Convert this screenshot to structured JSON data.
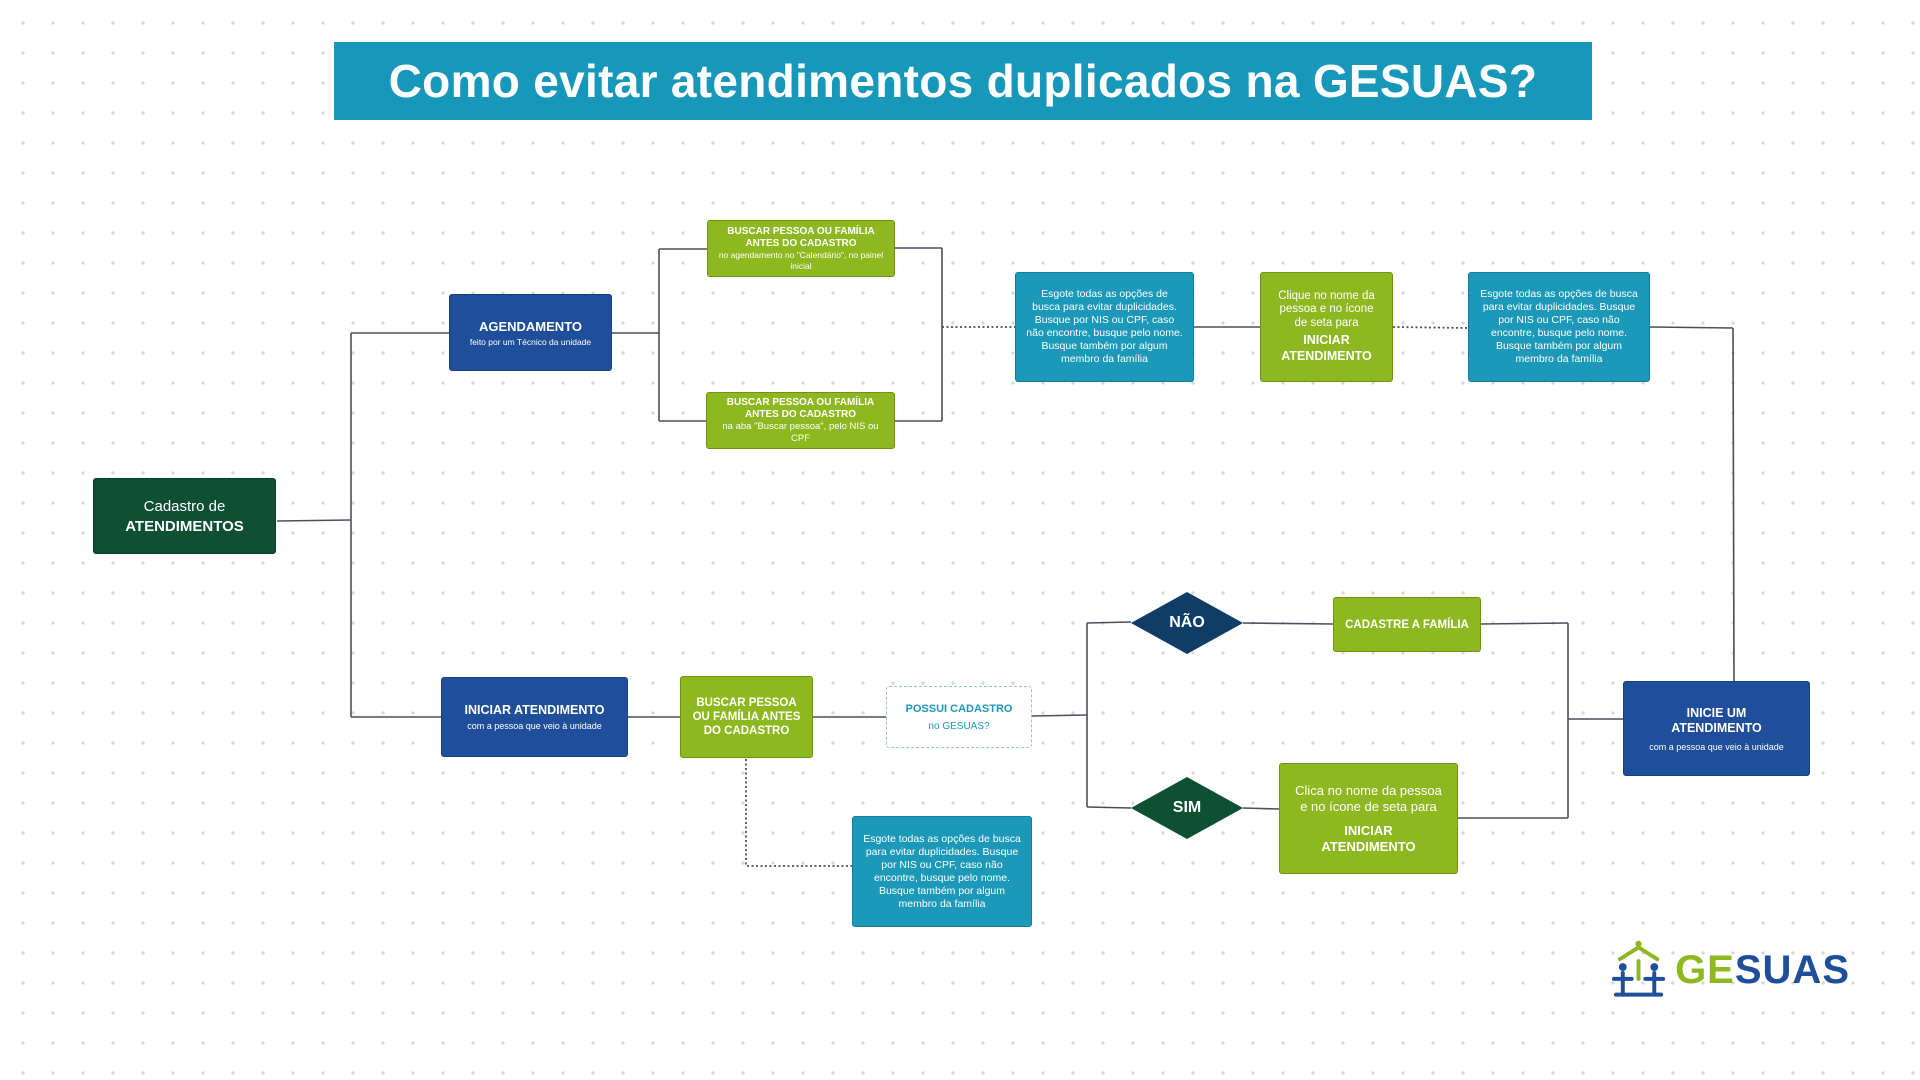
{
  "title": "Como evitar atendimentos duplicados na GESUAS?",
  "colors": {
    "banner": "#1797ba",
    "dark_green": "#0f5033",
    "navy": "#1f4e9b",
    "lime": "#8eb820",
    "teal": "#1c98b9",
    "connector": "#4a4f5e"
  },
  "nodes": {
    "cadastro": {
      "line1": "Cadastro de",
      "line2": "ATENDIMENTOS"
    },
    "agendamento": {
      "title": "AGENDAMENTO",
      "sub": "feito por um Técnico da unidade"
    },
    "buscar_calendario": {
      "title": "BUSCAR PESSOA OU FAMÍLIA ANTES DO CADASTRO",
      "sub": "no agendamento no \"Calendário\", no painel inicial"
    },
    "buscar_aba": {
      "title": "BUSCAR PESSOA OU FAMÍLIA ANTES DO CADASTRO",
      "sub": "na aba \"Buscar pessoa\", pelo NIS ou CPF"
    },
    "esgote_top1": {
      "text": "Esgote todas as opções de busca para evitar duplicidades. Busque por NIS ou CPF, caso não encontre, busque pelo nome. Busque também por algum membro da família"
    },
    "clique_nome": {
      "text": "Clique no nome da pessoa e no ícone de seta para",
      "bold": "INICIAR ATENDIMENTO"
    },
    "esgote_top2": {
      "text": "Esgote todas as opções de busca para evitar duplicidades. Busque por NIS ou CPF, caso não encontre, busque pelo nome. Busque também por algum membro da família"
    },
    "iniciar_atendimento": {
      "title": "INICIAR ATENDIMENTO",
      "sub": "com a pessoa que veio à unidade"
    },
    "buscar_bottom": {
      "title": "BUSCAR PESSOA OU FAMÍLIA ANTES DO CADASTRO"
    },
    "possui_cadastro": {
      "line1": "POSSUI CADASTRO",
      "line2": "no GESUAS?"
    },
    "esgote_bottom": {
      "text": "Esgote todas as opções de busca para evitar duplicidades. Busque por NIS ou CPF, caso não encontre, busque pelo nome. Busque também por algum membro da família"
    },
    "nao": {
      "label": "NÃO"
    },
    "sim": {
      "label": "SIM"
    },
    "cadastre_familia": {
      "title": "CADASTRE A FAMÍLIA"
    },
    "clica_nome": {
      "text": "Clica no nome da pessoa e no ícone de seta para",
      "bold": "INICIAR ATENDIMENTO"
    },
    "inicie_um": {
      "title": "INICIE UM ATENDIMENTO",
      "sub": "com a pessoa que veio à unidade"
    }
  },
  "logo": {
    "part1": "GE",
    "part2": "SUAS",
    "icon": "gesuas-people-house-icon"
  }
}
